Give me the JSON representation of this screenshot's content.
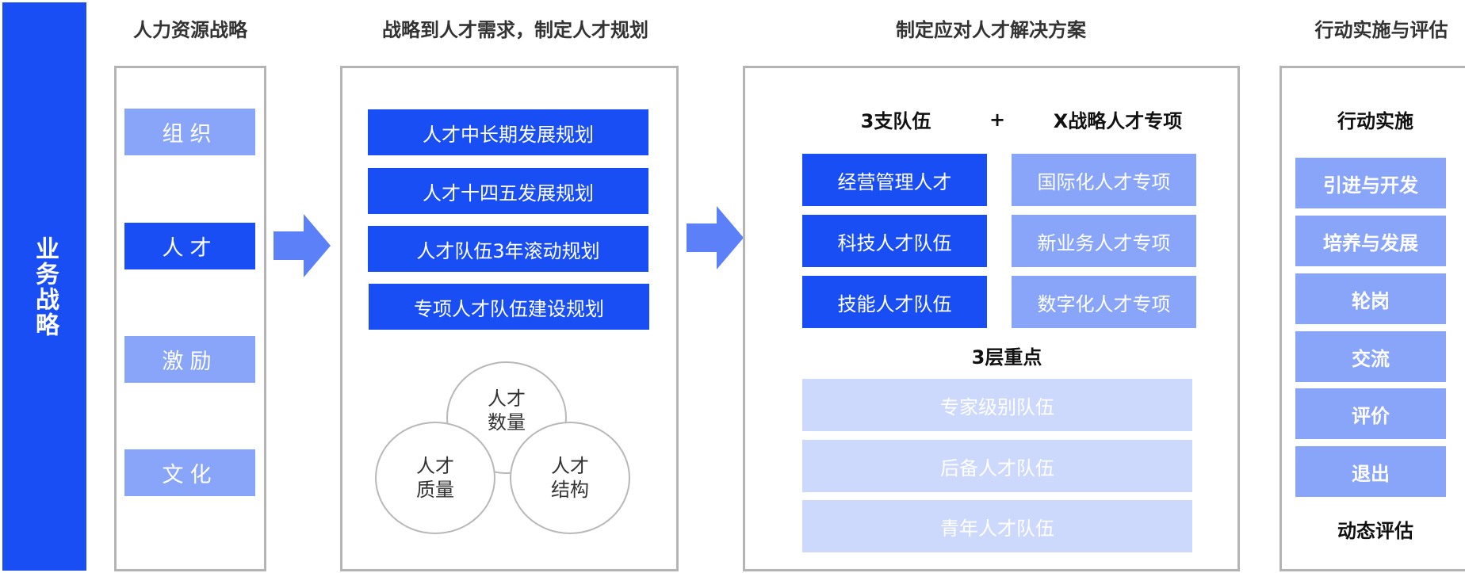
{
  "business_strategy": "业务战略",
  "columns": {
    "hr_strategy": {
      "title": "人力资源战略",
      "items": [
        {
          "label": "组织",
          "style": "mid"
        },
        {
          "label": "人才",
          "style": "dark"
        },
        {
          "label": "激励",
          "style": "mid"
        },
        {
          "label": "文化",
          "style": "mid"
        }
      ]
    },
    "planning": {
      "title": "战略到人才需求，制定人才规划",
      "plans": [
        "人才中长期发展规划",
        "人才十四五发展规划",
        "人才队伍3年滚动规划",
        "专项人才队伍建设规划"
      ],
      "venn": [
        {
          "line1": "人才",
          "line2": "数量"
        },
        {
          "line1": "人才",
          "line2": "质量"
        },
        {
          "line1": "人才",
          "line2": "结构"
        }
      ]
    },
    "solutions": {
      "title": "制定应对人才解决方案",
      "teams_header": "3支队伍",
      "plus": "+",
      "special_header": "X战略人才专项",
      "teams": [
        "经营管理人才",
        "科技人才队伍",
        "技能人才队伍"
      ],
      "special": [
        "国际化人才专项",
        "新业务人才专项",
        "数字化人才专项"
      ],
      "focus_header": "3层重点",
      "focus": [
        "专家级别队伍",
        "后备人才队伍",
        "青年人才队伍"
      ]
    },
    "action": {
      "title": "行动实施与评估",
      "implement_header": "行动实施",
      "items": [
        "引进与开发",
        "培养与发展",
        "轮岗",
        "交流",
        "评价",
        "退出"
      ],
      "evaluation": "动态评估"
    }
  },
  "colors": {
    "dark_blue": "#1a4ef5",
    "mid_blue": "#89a5fa",
    "light_blue": "#cdd9fc",
    "border_gray": "#b4b4b4"
  }
}
